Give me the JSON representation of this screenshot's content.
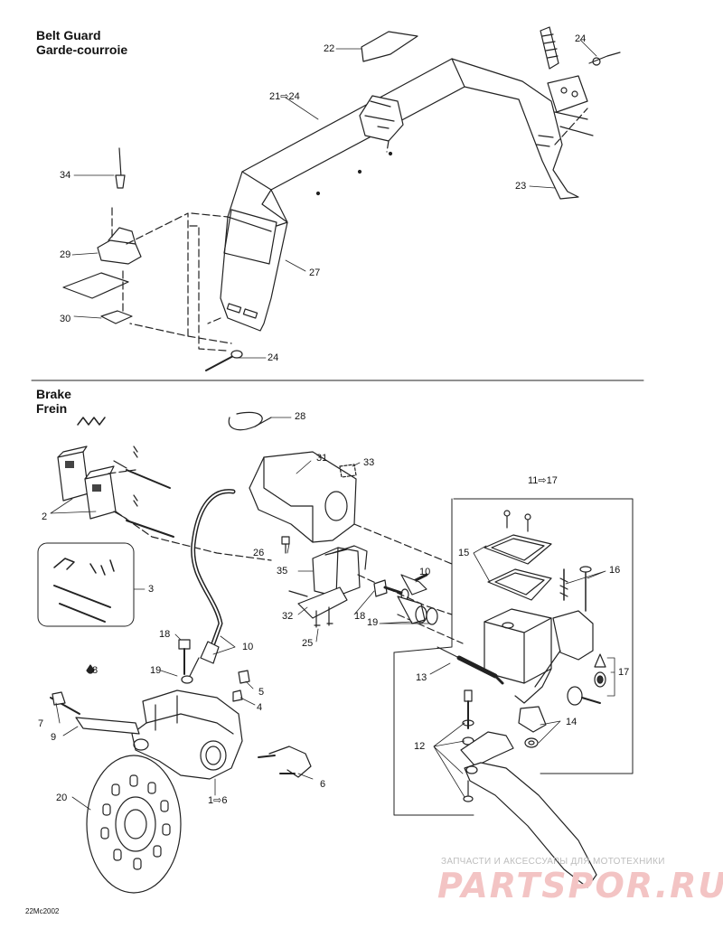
{
  "sections": {
    "belt_guard": {
      "title_en": "Belt Guard",
      "title_fr": "Garde-courroie"
    },
    "brake": {
      "title_en": "Brake",
      "title_fr": "Frein"
    }
  },
  "callouts": {
    "c22": "22",
    "c21": "21⇨24",
    "c24a": "24",
    "c23": "23",
    "c34": "34",
    "c29": "29",
    "c27": "27",
    "c30": "30",
    "c24b": "24",
    "c28": "28",
    "c31": "31",
    "c33": "33",
    "c2": "2",
    "c11": "11⇨17",
    "c26": "26",
    "c3": "3",
    "c10a": "10",
    "c15": "15",
    "c16": "16",
    "c35": "35",
    "c18a": "18",
    "c32": "32",
    "c19a": "19",
    "c25": "25",
    "c18b": "18",
    "c10b": "10",
    "c19b": "19",
    "c13": "13",
    "c8": "8",
    "c17": "17",
    "c5": "5",
    "c4": "4",
    "c7": "7",
    "c9": "9",
    "c14": "14",
    "c12": "12",
    "c6": "6",
    "c20": "20",
    "c1": "1⇨6"
  },
  "drawing_code": "22Mc2002",
  "watermark": {
    "line1": "ЗАПЧАСТИ И АКСЕССУАРЫ ДЛЯ МОТОТЕХНИКИ",
    "line2": "PARTSPOR.RU"
  }
}
